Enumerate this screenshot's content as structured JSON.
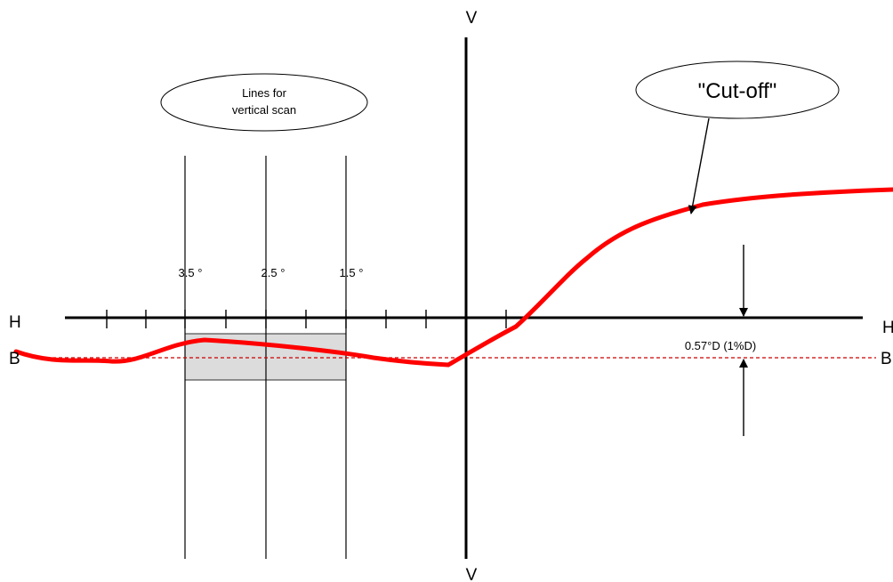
{
  "axes": {
    "v_top": "V",
    "v_bottom": "V",
    "h_left": "H",
    "h_right": "H",
    "b_left": "B",
    "b_right": "B"
  },
  "scan_callout": {
    "line1": "Lines for",
    "line2": "vertical scan"
  },
  "cutoff_callout": {
    "label": "\"Cut-off\""
  },
  "scan_lines": [
    {
      "label": "3.5 °"
    },
    {
      "label": "2.5 °"
    },
    {
      "label": "1.5 °"
    }
  ],
  "measurement": {
    "label": "0.57°D (1%D)"
  },
  "colors": {
    "curve": "#ff0000",
    "baseline": "#cc0000",
    "band_fill": "#dcdcdc",
    "axis": "#000000"
  }
}
